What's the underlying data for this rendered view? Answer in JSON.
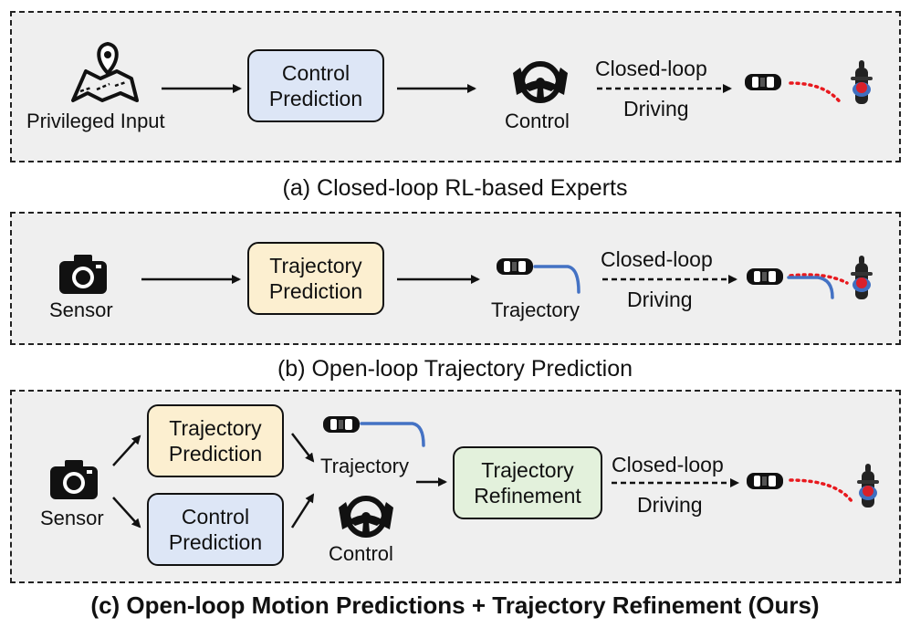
{
  "panel_a": {
    "input_label": "Privileged Input",
    "box_label": "Control\nPrediction",
    "output_label": "Control",
    "arrow_top": "Closed-loop",
    "arrow_bottom": "Driving",
    "caption": "(a) Closed-loop RL-based Experts"
  },
  "panel_b": {
    "input_label": "Sensor",
    "box_label": "Trajectory\nPrediction",
    "output_label": "Trajectory",
    "arrow_top": "Closed-loop",
    "arrow_bottom": "Driving",
    "caption": "(b) Open-loop Trajectory Prediction"
  },
  "panel_c": {
    "input_label": "Sensor",
    "traj_box_label": "Trajectory\nPrediction",
    "ctrl_box_label": "Control\nPrediction",
    "traj_label": "Trajectory",
    "ctrl_label": "Control",
    "refine_box_label": "Trajectory\nRefinement",
    "arrow_top": "Closed-loop",
    "arrow_bottom": "Driving",
    "caption": "(c) Open-loop Motion Predictions + Trajectory Refinement (Ours)"
  },
  "colors": {
    "control_box": "#dde6f6",
    "trajectory_box": "#fcefd0",
    "refinement_box": "#e3f1dc",
    "trajectory_line": "#4472c4",
    "expert_path": "#e8191e"
  },
  "icons": [
    "map-pin-icon",
    "steering-wheel-icon",
    "camera-icon",
    "car-icon",
    "motorcycle-rider-icon"
  ]
}
